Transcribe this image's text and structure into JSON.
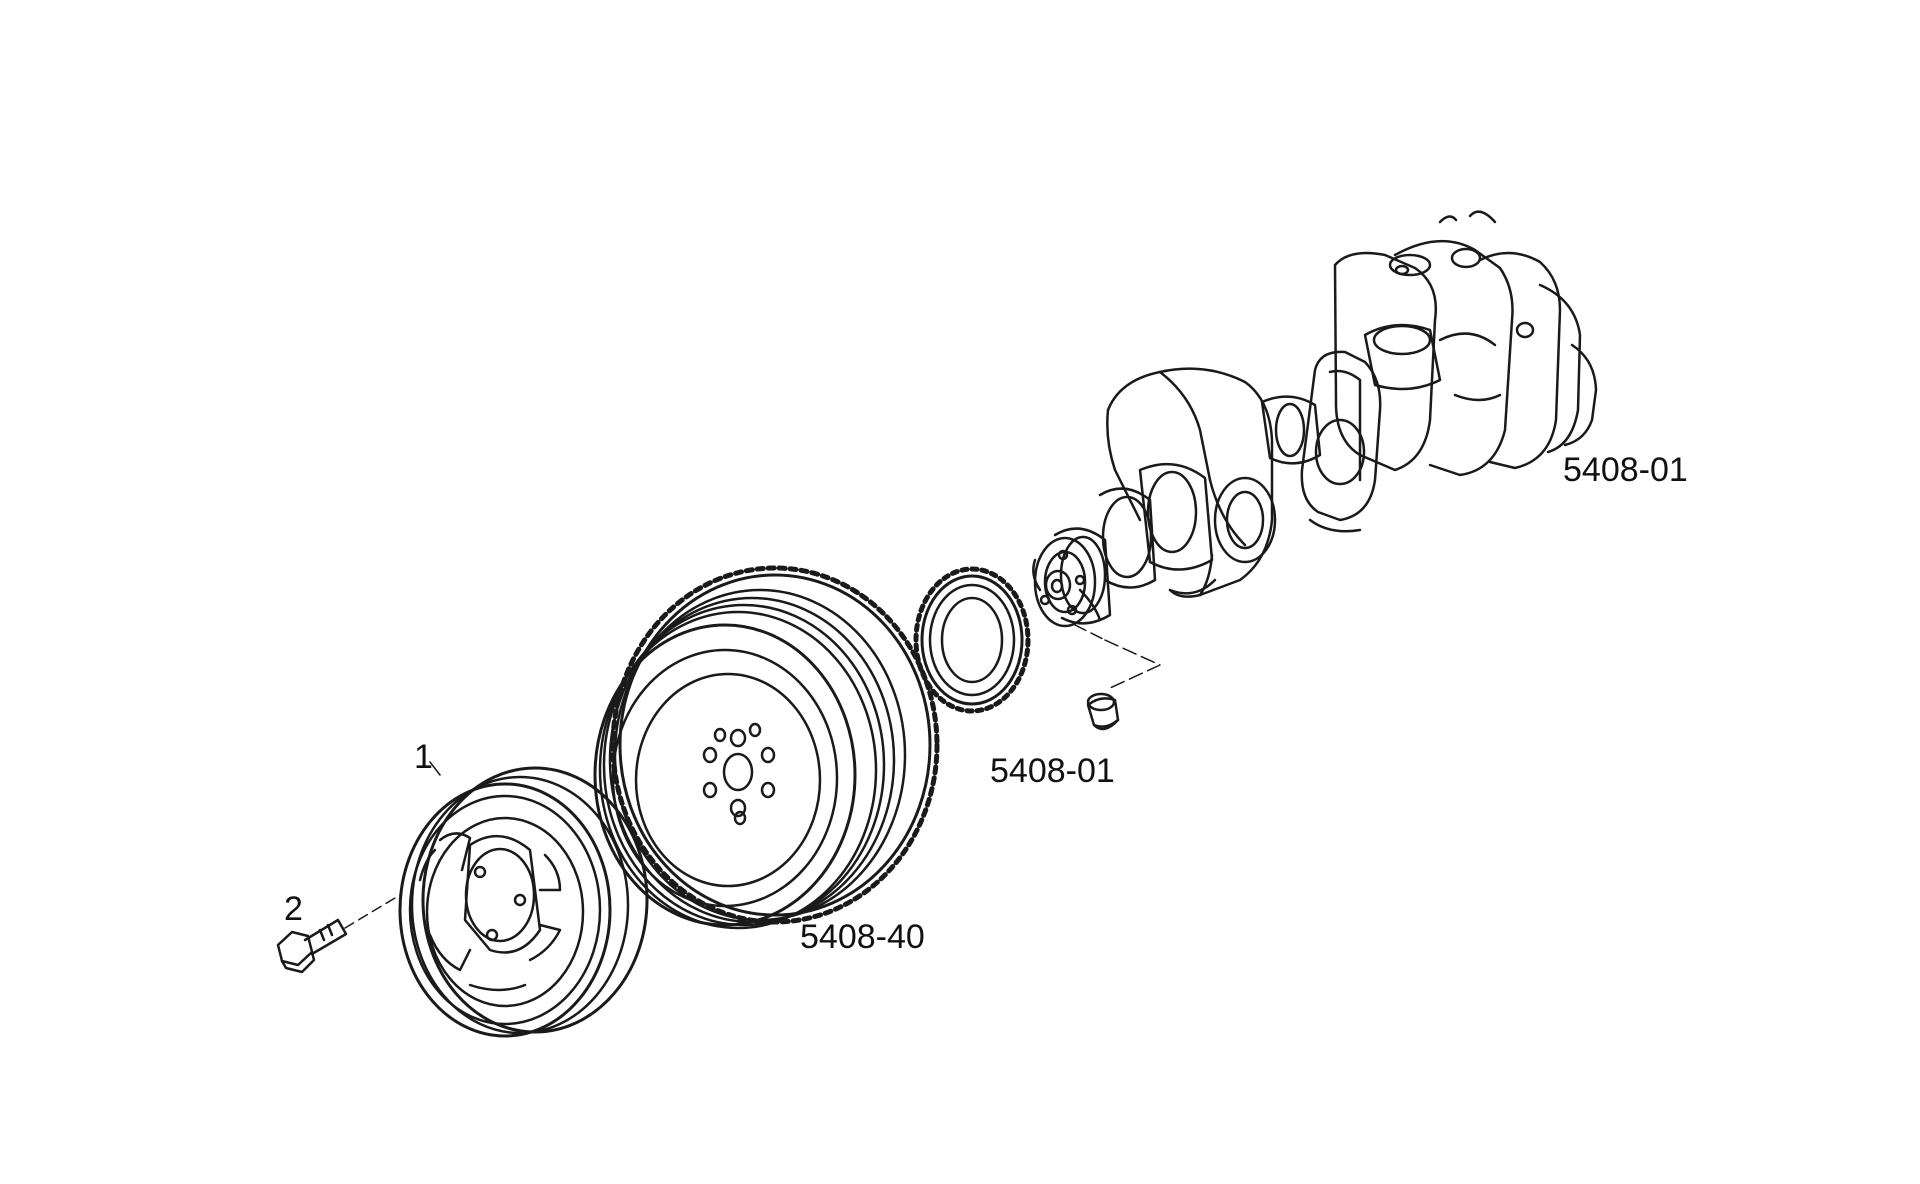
{
  "diagram": {
    "labels": {
      "crankshaft": "5408-01",
      "dowel_pin": "5408-01",
      "damper_pulley": "5408-40",
      "pulley": "1",
      "bolt": "2"
    },
    "colors": {
      "background": "#ffffff",
      "line": "#1a1a1a"
    }
  }
}
